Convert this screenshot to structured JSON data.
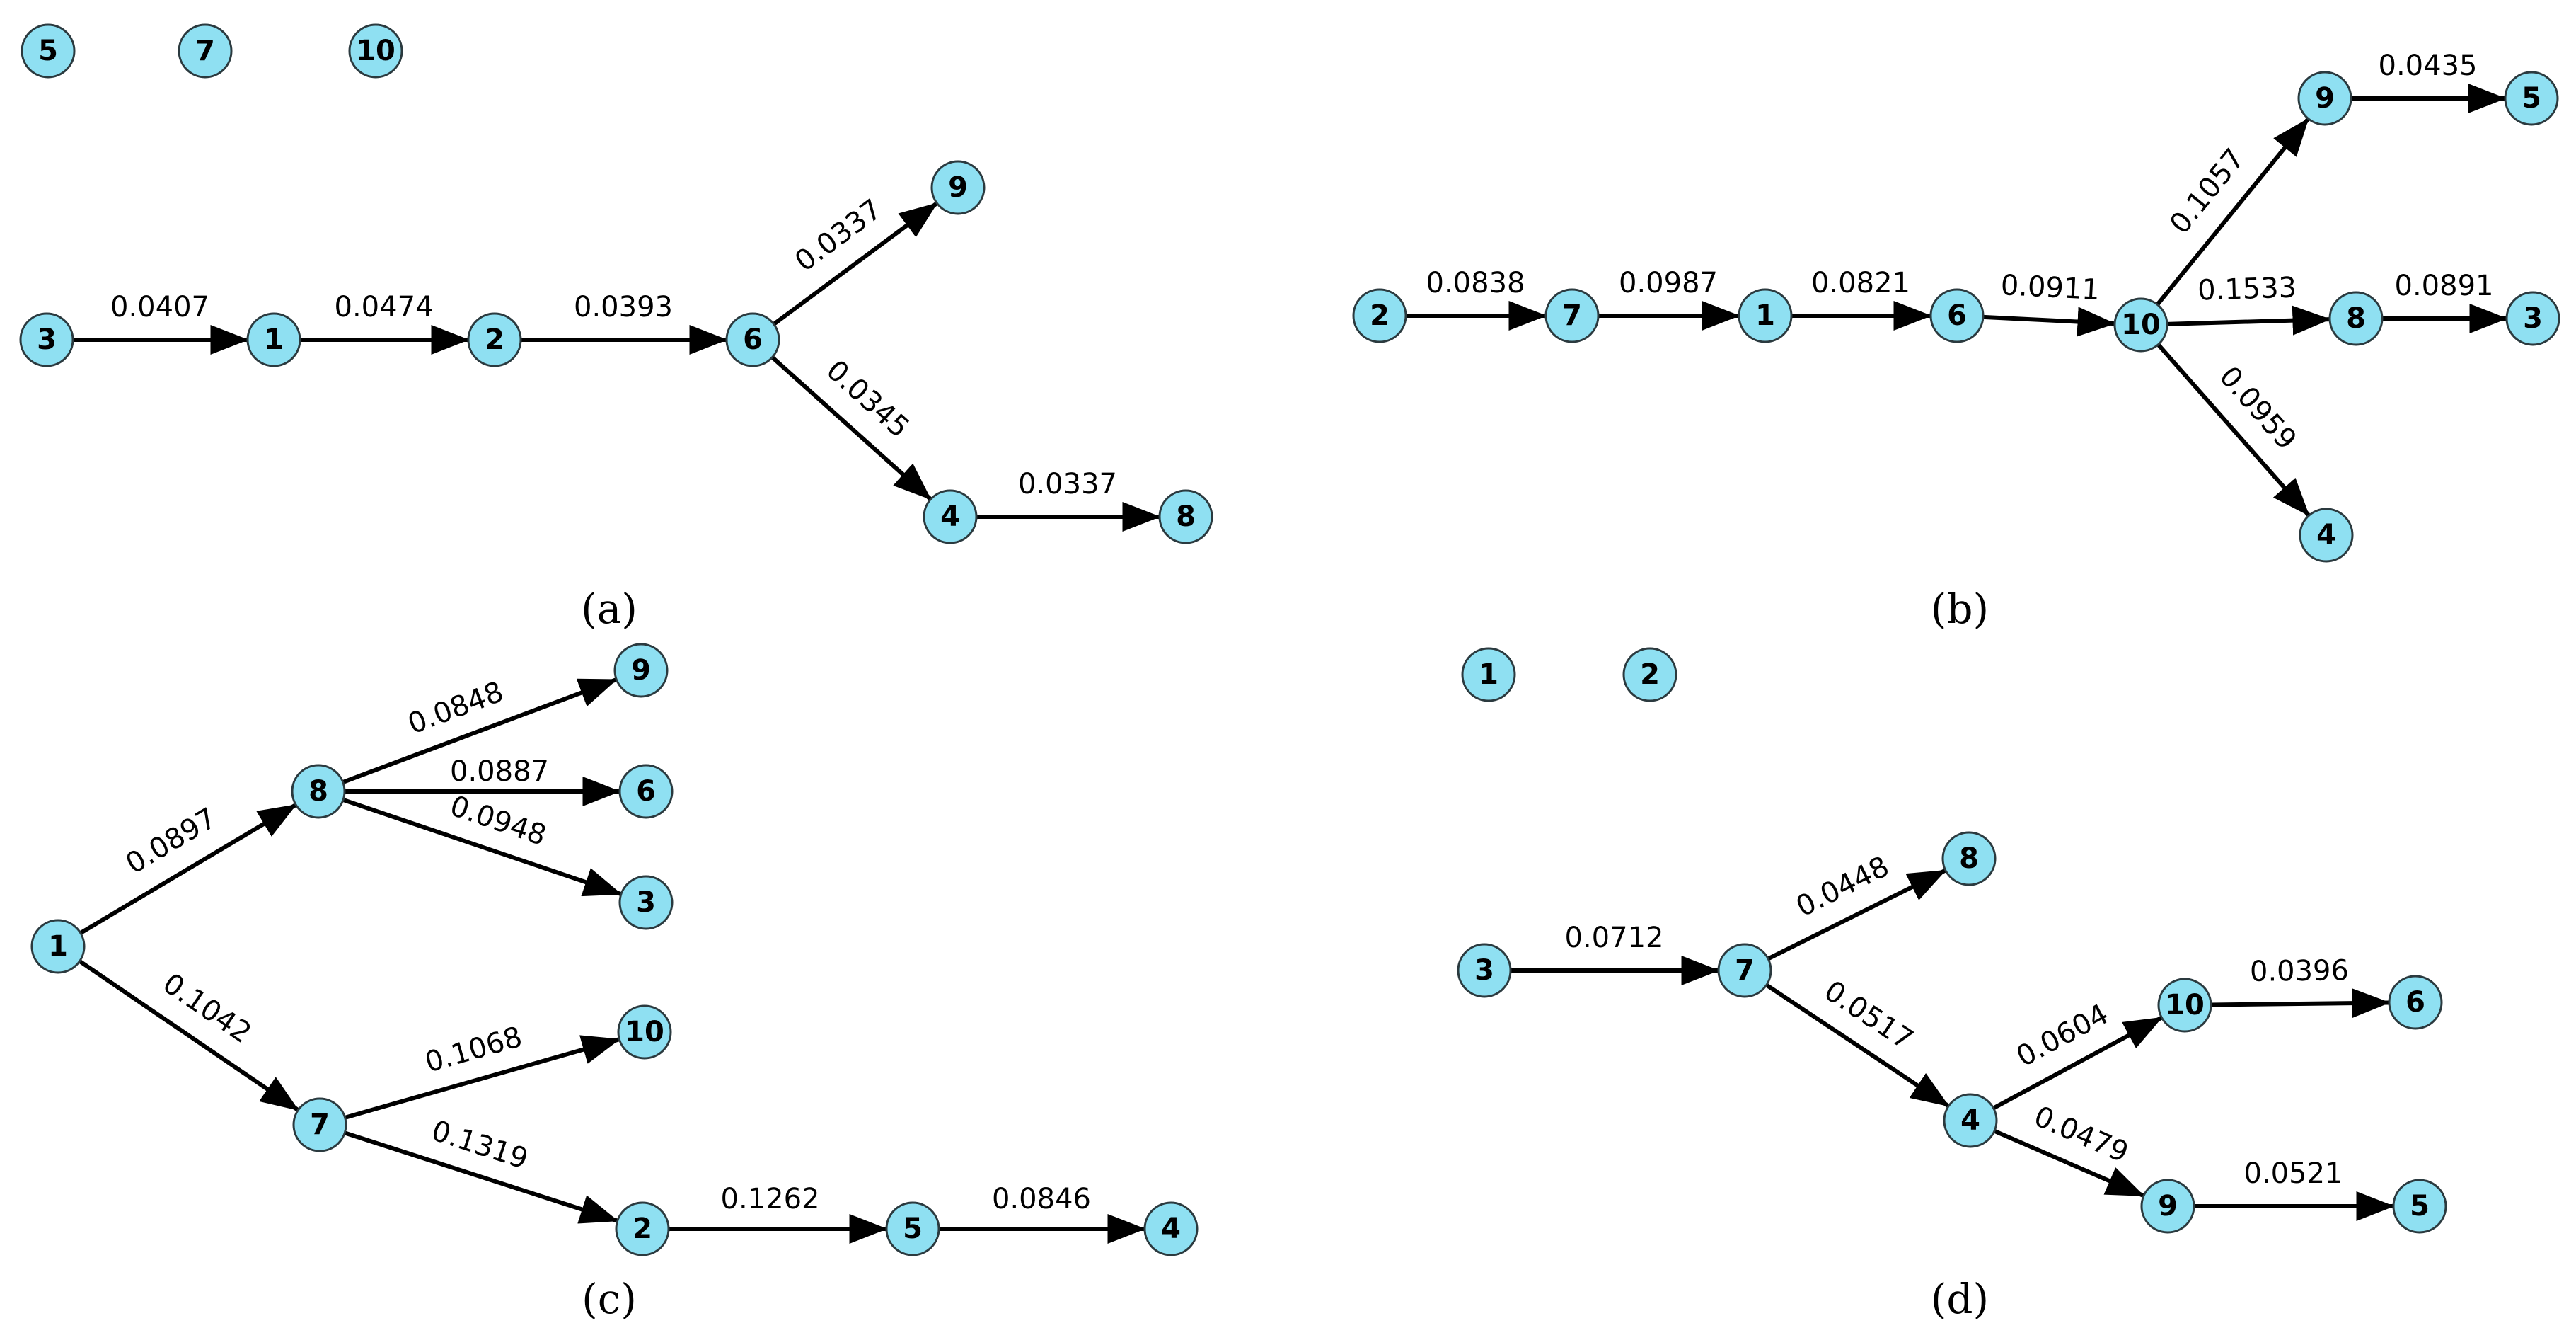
{
  "figure": {
    "panels": [
      {
        "id": "a",
        "caption": "(a)",
        "nodes": [
          {
            "label": "5"
          },
          {
            "label": "7"
          },
          {
            "label": "10"
          },
          {
            "label": "3"
          },
          {
            "label": "1"
          },
          {
            "label": "2"
          },
          {
            "label": "6"
          },
          {
            "label": "9"
          },
          {
            "label": "4"
          },
          {
            "label": "8"
          }
        ],
        "edges": [
          {
            "from": "3",
            "to": "1",
            "weight": "0.0407"
          },
          {
            "from": "1",
            "to": "2",
            "weight": "0.0474"
          },
          {
            "from": "2",
            "to": "6",
            "weight": "0.0393"
          },
          {
            "from": "6",
            "to": "9",
            "weight": "0.0337"
          },
          {
            "from": "6",
            "to": "4",
            "weight": "0.0345"
          },
          {
            "from": "4",
            "to": "8",
            "weight": "0.0337"
          }
        ]
      },
      {
        "id": "b",
        "caption": "(b)",
        "nodes": [
          {
            "label": "2"
          },
          {
            "label": "7"
          },
          {
            "label": "1"
          },
          {
            "label": "6"
          },
          {
            "label": "10"
          },
          {
            "label": "9"
          },
          {
            "label": "5"
          },
          {
            "label": "8"
          },
          {
            "label": "3"
          },
          {
            "label": "4"
          }
        ],
        "edges": [
          {
            "from": "2",
            "to": "7",
            "weight": "0.0838"
          },
          {
            "from": "7",
            "to": "1",
            "weight": "0.0987"
          },
          {
            "from": "1",
            "to": "6",
            "weight": "0.0821"
          },
          {
            "from": "6",
            "to": "10",
            "weight": "0.0911"
          },
          {
            "from": "10",
            "to": "9",
            "weight": "0.1057"
          },
          {
            "from": "9",
            "to": "5",
            "weight": "0.0435"
          },
          {
            "from": "10",
            "to": "8",
            "weight": "0.1533"
          },
          {
            "from": "8",
            "to": "3",
            "weight": "0.0891"
          },
          {
            "from": "10",
            "to": "4",
            "weight": "0.0959"
          }
        ]
      },
      {
        "id": "c",
        "caption": "(c)",
        "nodes": [
          {
            "label": "1"
          },
          {
            "label": "8"
          },
          {
            "label": "9"
          },
          {
            "label": "6"
          },
          {
            "label": "3"
          },
          {
            "label": "7"
          },
          {
            "label": "10"
          },
          {
            "label": "2"
          },
          {
            "label": "5"
          },
          {
            "label": "4"
          }
        ],
        "edges": [
          {
            "from": "1",
            "to": "8",
            "weight": "0.0897"
          },
          {
            "from": "8",
            "to": "9",
            "weight": "0.0848"
          },
          {
            "from": "8",
            "to": "6",
            "weight": "0.0887"
          },
          {
            "from": "8",
            "to": "3",
            "weight": "0.0948"
          },
          {
            "from": "1",
            "to": "7",
            "weight": "0.1042"
          },
          {
            "from": "7",
            "to": "10",
            "weight": "0.1068"
          },
          {
            "from": "7",
            "to": "2",
            "weight": "0.1319"
          },
          {
            "from": "2",
            "to": "5",
            "weight": "0.1262"
          },
          {
            "from": "5",
            "to": "4",
            "weight": "0.0846"
          }
        ]
      },
      {
        "id": "d",
        "caption": "(d)",
        "nodes": [
          {
            "label": "1"
          },
          {
            "label": "2"
          },
          {
            "label": "3"
          },
          {
            "label": "7"
          },
          {
            "label": "8"
          },
          {
            "label": "4"
          },
          {
            "label": "10"
          },
          {
            "label": "6"
          },
          {
            "label": "9"
          },
          {
            "label": "5"
          }
        ],
        "edges": [
          {
            "from": "3",
            "to": "7",
            "weight": "0.0712"
          },
          {
            "from": "7",
            "to": "8",
            "weight": "0.0448"
          },
          {
            "from": "7",
            "to": "4",
            "weight": "0.0517"
          },
          {
            "from": "4",
            "to": "10",
            "weight": "0.0604"
          },
          {
            "from": "10",
            "to": "6",
            "weight": "0.0396"
          },
          {
            "from": "4",
            "to": "9",
            "weight": "0.0479"
          },
          {
            "from": "9",
            "to": "5",
            "weight": "0.0521"
          }
        ]
      }
    ]
  }
}
